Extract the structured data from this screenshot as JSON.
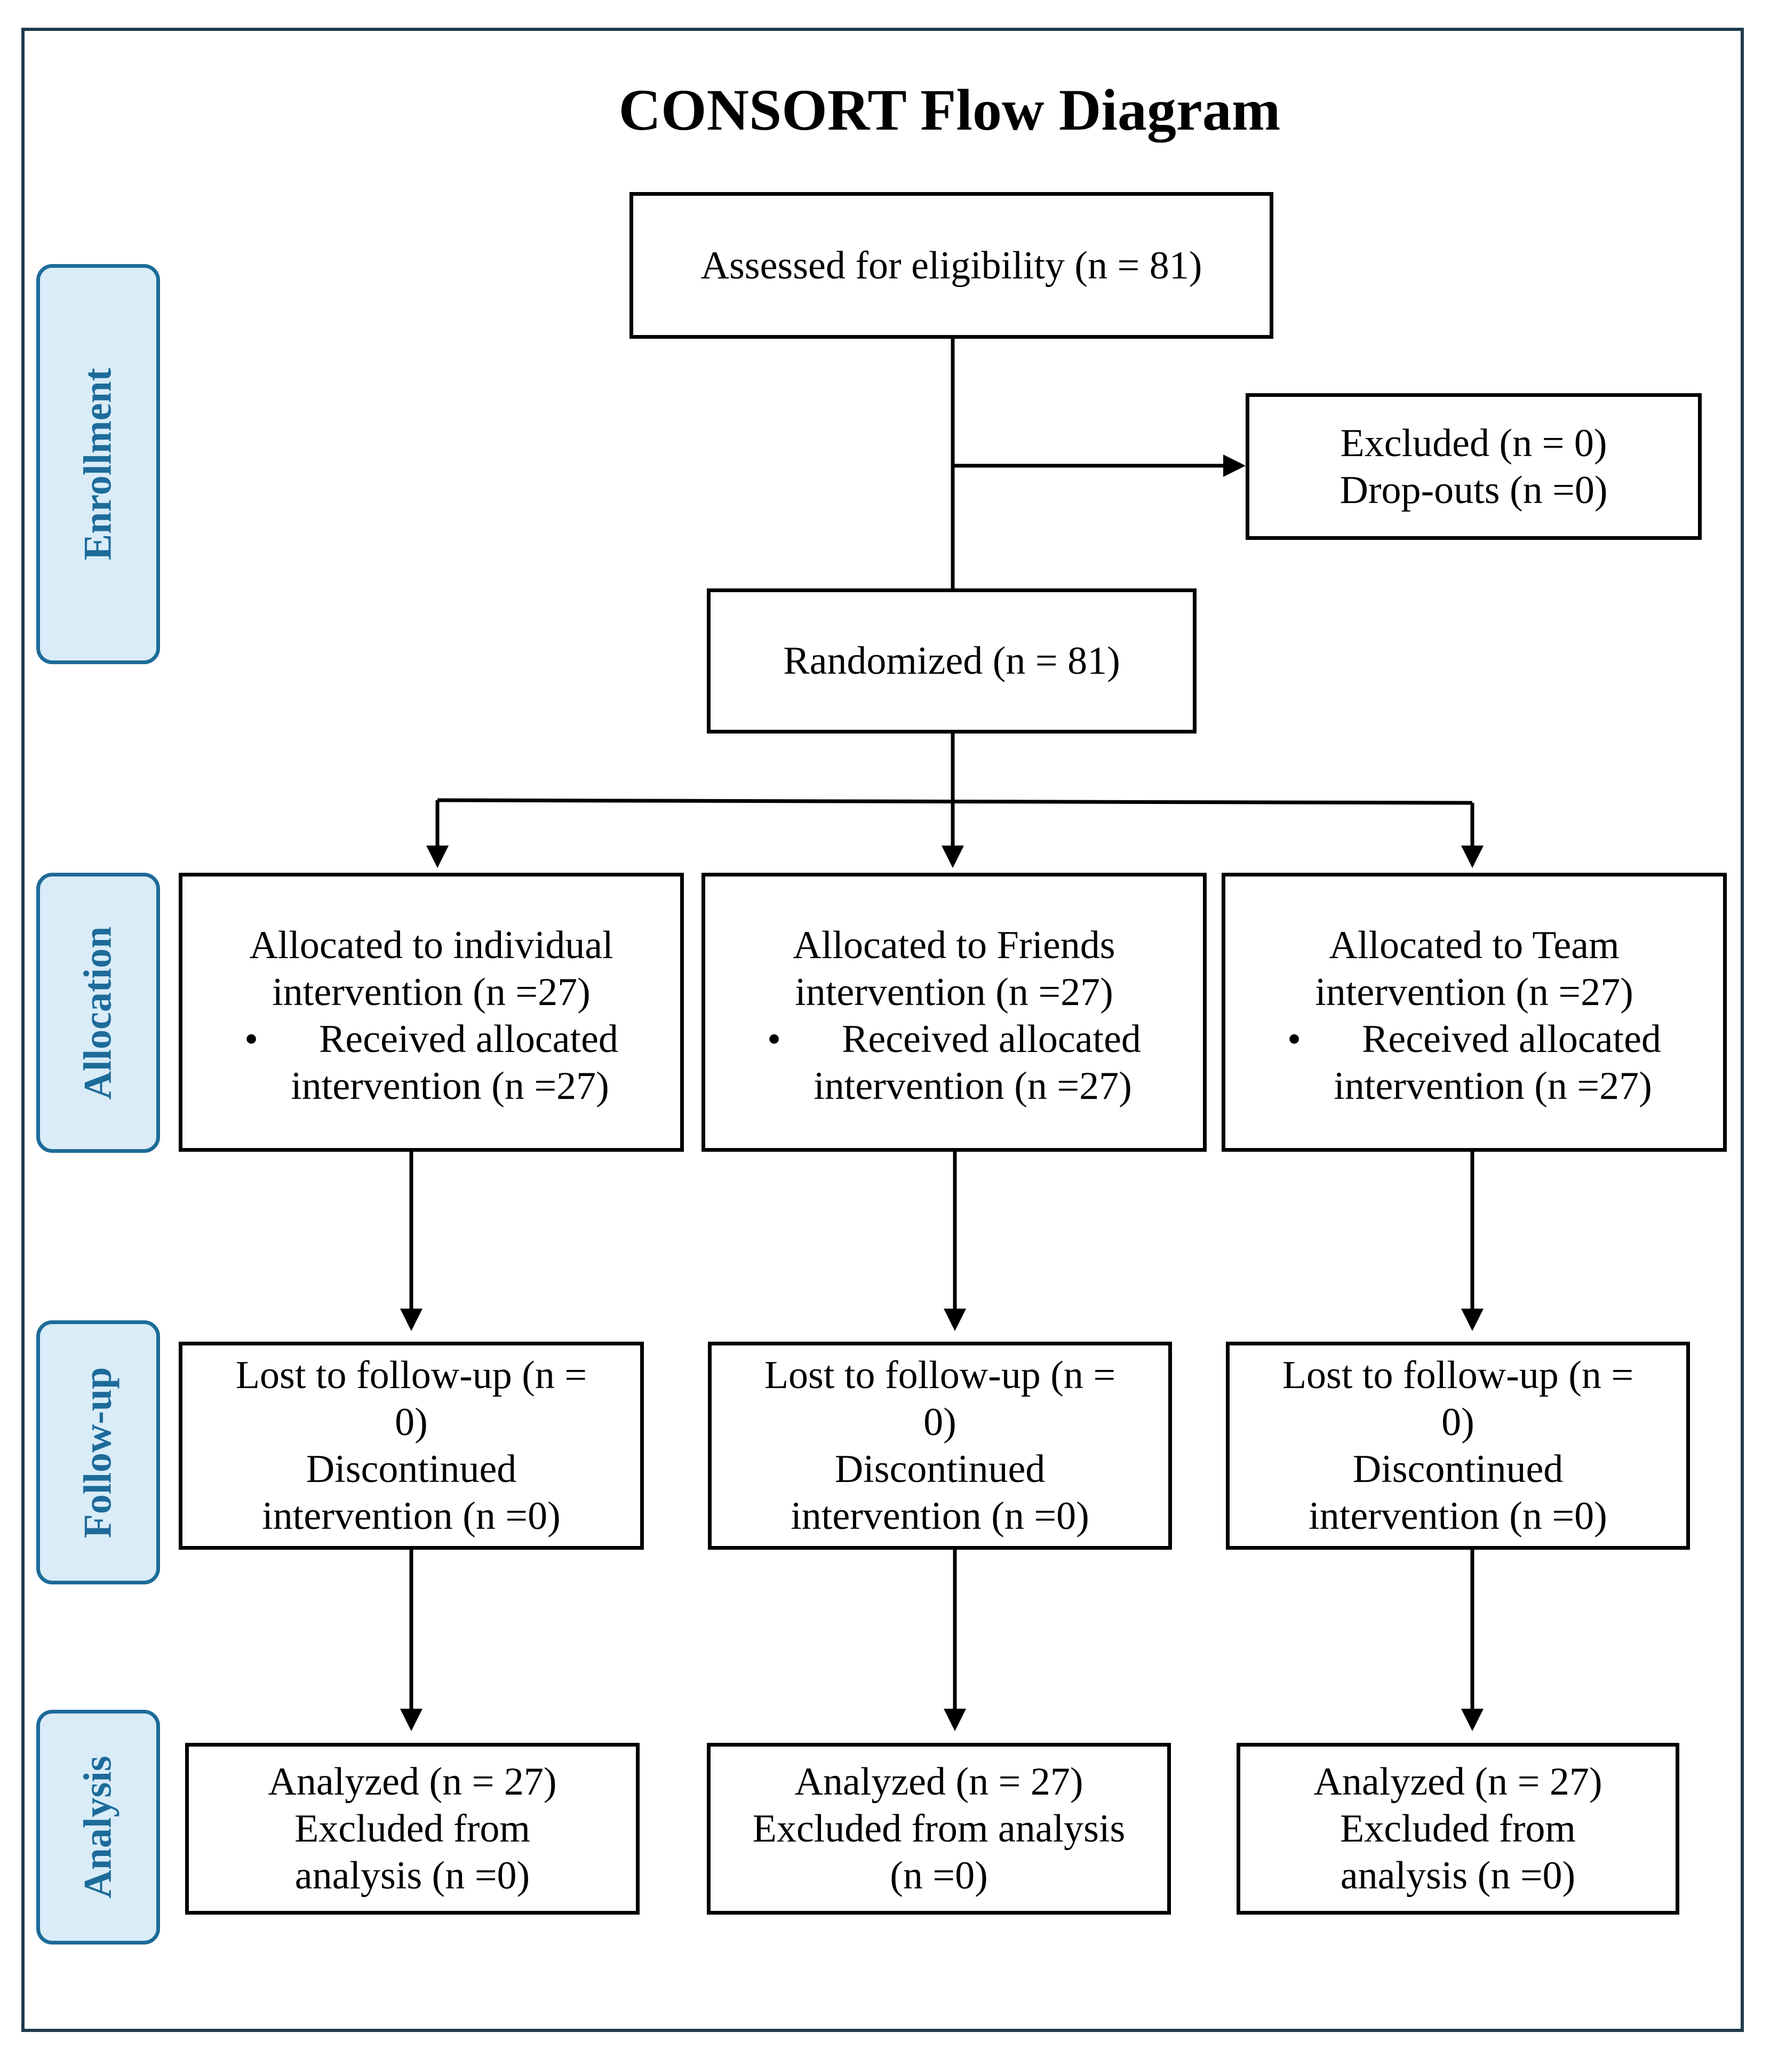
{
  "title": "CONSORT Flow Diagram",
  "stages": {
    "enrollment": "Enrollment",
    "allocation": "Allocation",
    "followup": "Follow-up",
    "analysis": "Analysis"
  },
  "enrollment": {
    "assessed": "Assessed for eligibility (n = 81)",
    "excluded_line1": "Excluded  (n = 0)",
    "excluded_line2": "Drop-outs (n =0)",
    "randomized": "Randomized  (n = 81)"
  },
  "allocation": [
    {
      "line1": "Allocated to individual",
      "line2": "intervention (n =27)",
      "bullet": "•",
      "bullet_line1": "Received allocated",
      "bullet_line2": "intervention (n =27)"
    },
    {
      "line1": "Allocated to Friends",
      "line2": "intervention (n =27)",
      "bullet": "•",
      "bullet_line1": "Received allocated",
      "bullet_line2": "intervention (n =27)"
    },
    {
      "line1": "Allocated to Team",
      "line2": "intervention (n =27)",
      "bullet": "•",
      "bullet_line1": "Received allocated",
      "bullet_line2": "intervention (n =27)"
    }
  ],
  "followup": [
    {
      "line1": "Lost to follow-up (n =",
      "line2": "0)",
      "line3": "Discontinued",
      "line4": "intervention (n =0)"
    },
    {
      "line1": "Lost to follow-up (n =",
      "line2": "0)",
      "line3": "Discontinued",
      "line4": "intervention (n =0)"
    },
    {
      "line1": "Lost to follow-up (n =",
      "line2": "0)",
      "line3": "Discontinued",
      "line4": "intervention (n =0)"
    }
  ],
  "analysis": [
    {
      "line1": "Analyzed (n = 27)",
      "line2": "Excluded  from",
      "line3": "analysis (n =0)"
    },
    {
      "line1": "Analyzed (n = 27)",
      "line2": "Excluded  from analysis",
      "line3": "(n =0)"
    },
    {
      "line1": "Analyzed (n = 27)",
      "line2": "Excluded  from",
      "line3": "analysis (n =0)"
    }
  ]
}
